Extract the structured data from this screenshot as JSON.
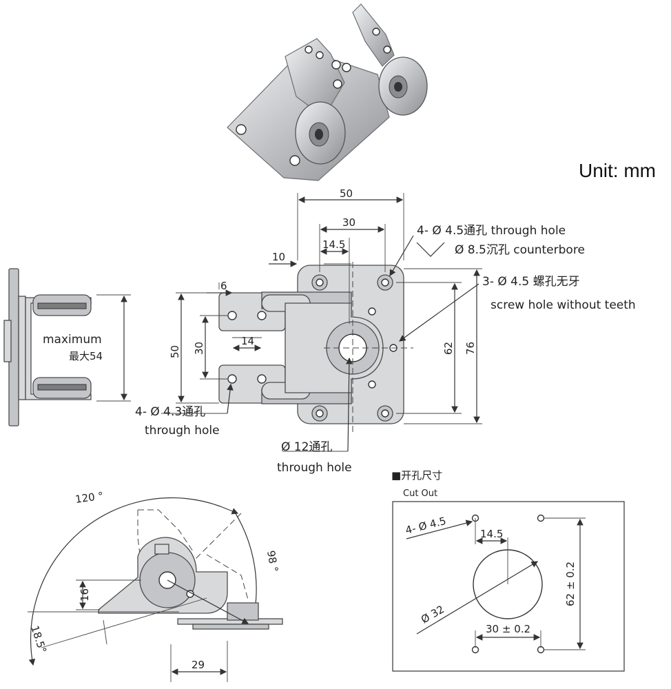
{
  "unit_label": "Unit: mm",
  "front_view": {
    "dim_50": "50",
    "dim_30": "30",
    "dim_14_5": "14.5",
    "dim_10": "10",
    "dim_6": "6",
    "dim_14": "14",
    "dim_50_v": "50",
    "dim_30_v": "30",
    "dim_62": "62",
    "dim_76": "76",
    "note_counterbore_1": "4- Ø 4.5通孔 through hole",
    "note_counterbore_2": "Ø 8.5沉孔 counterbore",
    "note_screw_1": "3- Ø 4.5 螺孔无牙",
    "note_screw_2": "screw hole without teeth",
    "note_43_1": "4- Ø 4.3通孔",
    "note_43_2": "through hole",
    "note_12_1": "Ø 12通孔",
    "note_12_2": "through hole"
  },
  "side_view": {
    "label_1": "maximum",
    "label_2": "最大54"
  },
  "rotation_view": {
    "angle_120": "120 °",
    "angle_98": "98 °",
    "dim_16": "16",
    "angle_18_5": "18.5°",
    "dim_29": "29"
  },
  "cutout": {
    "title_cn": "■开孔尺寸",
    "title_en": "Cut Out",
    "holes": "4- Ø 4.5",
    "dim_14_5": "14.5",
    "dim_32": "Ø 32",
    "dim_62": "62 ± 0.2",
    "dim_30": "30 ± 0.2"
  }
}
